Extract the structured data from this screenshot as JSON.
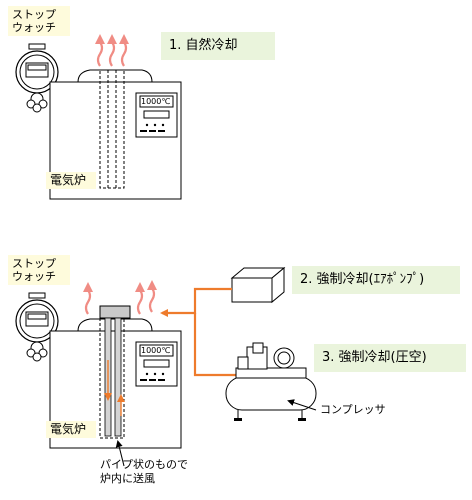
{
  "top": {
    "stopwatch_label": [
      "ストップ",
      "ウォッチ"
    ],
    "furnace_label": "電気炉",
    "display_temp": "1000℃",
    "method": "1. 自然冷却"
  },
  "bottom": {
    "stopwatch_label": [
      "ストップ",
      "ウォッチ"
    ],
    "furnace_label": "電気炉",
    "display_temp": "1000℃",
    "method_pump": "2. 強制冷却(ｴｱﾎﾟﾝﾌﾟ)",
    "method_compressed": "3. 強制冷却(圧空)",
    "compressor_label": "コンプレッサ",
    "pipe_note": [
      "パイプ状のもので",
      "炉内に送風"
    ]
  },
  "colors": {
    "orange": "#ee7b2c",
    "heat_arrow": "#f08c84",
    "green_box": "#eaf4dc",
    "yellow_box": "#fefbdc"
  }
}
